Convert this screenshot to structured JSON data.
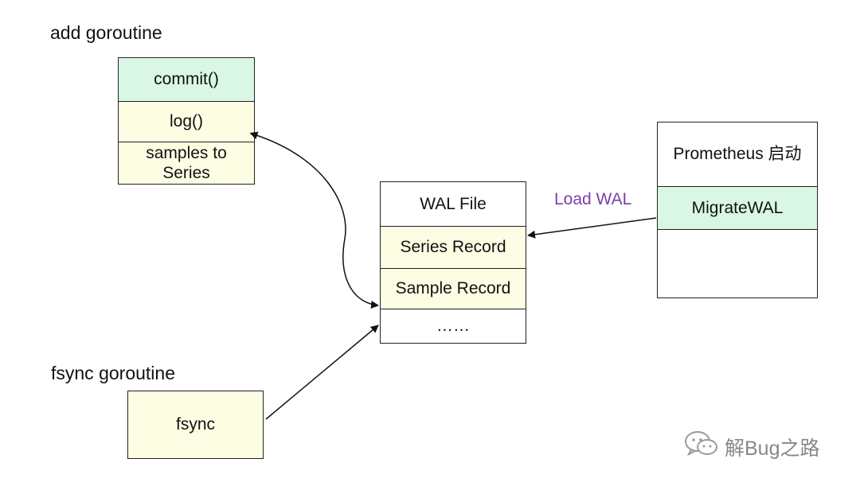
{
  "add_goroutine": {
    "title": "add goroutine",
    "cells": [
      "commit()",
      "log()",
      "samples to\nSeries"
    ]
  },
  "fsync_goroutine": {
    "title": "fsync goroutine",
    "cell": "fsync"
  },
  "wal_file": {
    "cells": [
      "WAL File",
      "Series Record",
      "Sample Record",
      "……"
    ]
  },
  "prometheus": {
    "cells": [
      "Prometheus 启动",
      "MigrateWAL",
      ""
    ]
  },
  "load_wal_label": "Load WAL",
  "watermark": {
    "icon": "wechat-icon",
    "text": "解Bug之路"
  },
  "colors": {
    "green": "#d9f7e4",
    "yellow": "#fdfde3",
    "purple": "#7a3fb0"
  }
}
